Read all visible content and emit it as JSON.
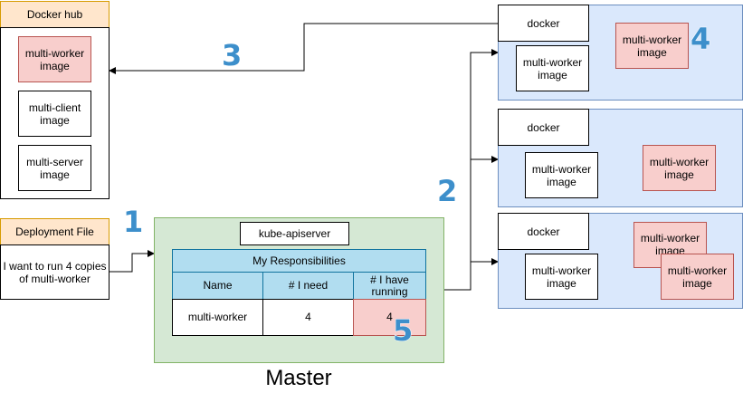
{
  "docker_hub": {
    "title": "Docker hub",
    "images": [
      "multi-worker image",
      "multi-client image",
      "multi-server image"
    ]
  },
  "deployment_file": {
    "title": "Deployment File",
    "body": "I want to run 4 copies of multi-worker"
  },
  "master": {
    "label": "Master",
    "apiserver": "kube-apiserver",
    "table": {
      "title": "My Responsibilities",
      "headers": [
        "Name",
        "# I need",
        "# I have running"
      ],
      "row": [
        "multi-worker",
        "4",
        "4"
      ]
    }
  },
  "nodes": [
    {
      "docker": "docker",
      "image": "multi-worker image",
      "extra_image": "multi-worker image"
    },
    {
      "docker": "docker",
      "image": "multi-worker image",
      "extra_image": "multi-worker image"
    },
    {
      "docker": "docker",
      "image": "multi-worker image",
      "extra_images": [
        "multi-worker image",
        "multi-worker image"
      ]
    }
  ],
  "step_numbers": [
    "1",
    "2",
    "3",
    "4",
    "5"
  ]
}
